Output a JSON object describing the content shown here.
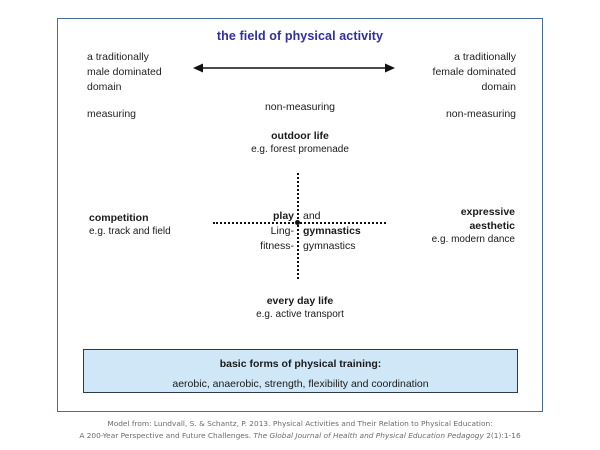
{
  "diagram": {
    "title": "the field of physical activity",
    "pole_left": {
      "lines": [
        "a traditionally",
        "male dominated",
        "domain"
      ],
      "measure": "measuring"
    },
    "pole_right": {
      "lines": [
        "a traditionally",
        "female dominated",
        "domain"
      ],
      "measure": "non-measuring"
    },
    "center_measure": "non-measuring",
    "arrow": {
      "name": "double-headed-horizontal-arrow",
      "color": "#111111"
    },
    "nodes": {
      "outdoor": {
        "title": "outdoor life",
        "subtitle": "e.g. forest promenade"
      },
      "everyday": {
        "title": "every day life",
        "subtitle": "e.g. active transport"
      },
      "competition": {
        "title": "competition",
        "subtitle": "e.g. track and field"
      },
      "expressive": {
        "title_line1": "expressive",
        "title_line2": "aesthetic",
        "subtitle": "e.g. modern dance"
      }
    },
    "cross": {
      "left": {
        "line1_bold": "play",
        "line2": "Ling-",
        "line3": "fitness-"
      },
      "right": {
        "line1": "and",
        "line2_bold": "gymnastics",
        "line3": "gymnastics"
      },
      "line_color": "#111111"
    },
    "basic_forms": {
      "title": "basic forms of physical training:",
      "body": "aerobic, anaerobic, strength, flexibility and coordination",
      "fill_color": "#cfe7f7",
      "border_color": "#2b3b4d"
    },
    "frame_color": "#4a6e96",
    "title_color": "#2f2f9e"
  },
  "citation": {
    "line1": "Model from: Lundvall, S. & Schantz, P. 2013. Physical Activities and Their Relation to Physical Education:",
    "line2_prefix": "A 200-Year Perspective and Future Challenges. ",
    "line2_journal": "The Global Journal of Health and Physical Education Pedagogy",
    "line2_suffix": " 2(1):1-16"
  }
}
